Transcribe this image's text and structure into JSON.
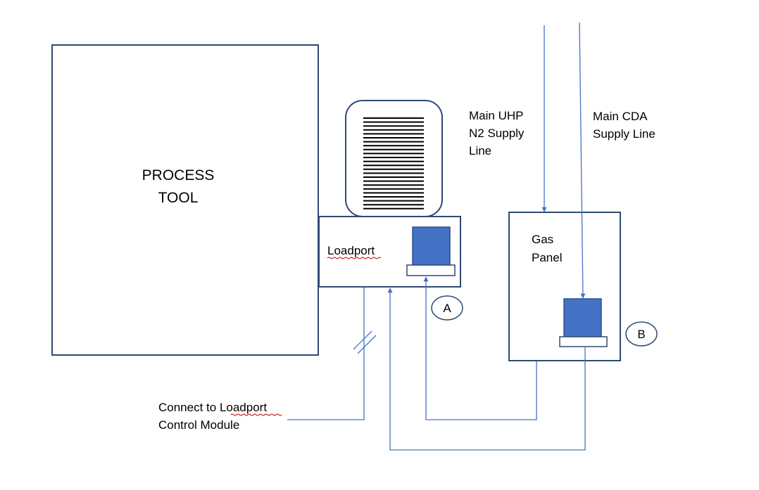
{
  "colors": {
    "box_outline": "#2e4a73",
    "line": "#4472c4",
    "module_fill": "#4472c4",
    "module_outline": "#2f528f",
    "spellcheck_underline": "#c00000"
  },
  "process_tool": {
    "line1": "PROCESS",
    "line2": "TOOL"
  },
  "loadport": {
    "label": "Loadport"
  },
  "gas_panel": {
    "line1": "Gas",
    "line2": "Panel"
  },
  "markers": {
    "a": "A",
    "b": "B"
  },
  "n2_line": {
    "line1": "Main UHP",
    "line2": "N2 Supply",
    "line3": "Line"
  },
  "cda_line": {
    "line1": "Main CDA",
    "line2": "Supply Line"
  },
  "control_module": {
    "line1": "Connect to Loadport",
    "line2": "Control Module"
  }
}
